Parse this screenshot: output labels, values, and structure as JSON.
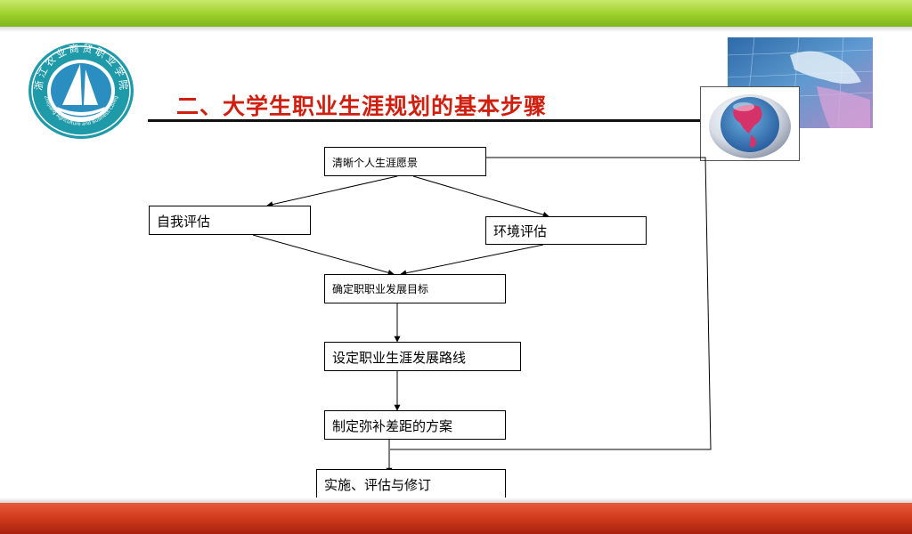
{
  "slide": {
    "title": "二、大学生职业生涯规划的基本步骤",
    "colors": {
      "title": "#d01f0f",
      "top_bar": "#9bd02a",
      "bottom_bar": "#cf3a1c",
      "logo": "#1f9aa8"
    }
  },
  "logo": {
    "icon": "college-seal-icon",
    "seal_text_cn": "浙江农业商贸职业学院",
    "seal_text_en": "Zhejiang Agriculture and Business College"
  },
  "decor": {
    "map_icon": "world-map-image",
    "globe_icon": "globe-icon"
  },
  "flow": {
    "nodes": [
      {
        "id": "vision",
        "label": "清晰个人生涯愿景"
      },
      {
        "id": "self",
        "label": "自我评估"
      },
      {
        "id": "env",
        "label": "环境评估"
      },
      {
        "id": "goal",
        "label": "确定职职业发展目标"
      },
      {
        "id": "route",
        "label": "设定职业生涯发展路线"
      },
      {
        "id": "plan",
        "label": "制定弥补差距的方案"
      },
      {
        "id": "review",
        "label": "实施、评估与修订"
      }
    ],
    "edges": [
      {
        "from": "vision",
        "to": "self"
      },
      {
        "from": "vision",
        "to": "env"
      },
      {
        "from": "self",
        "to": "goal"
      },
      {
        "from": "env",
        "to": "goal"
      },
      {
        "from": "goal",
        "to": "route"
      },
      {
        "from": "route",
        "to": "plan"
      },
      {
        "from": "plan",
        "to": "review"
      },
      {
        "from": "vision",
        "to": "review",
        "kind": "feedback-loop"
      }
    ]
  }
}
